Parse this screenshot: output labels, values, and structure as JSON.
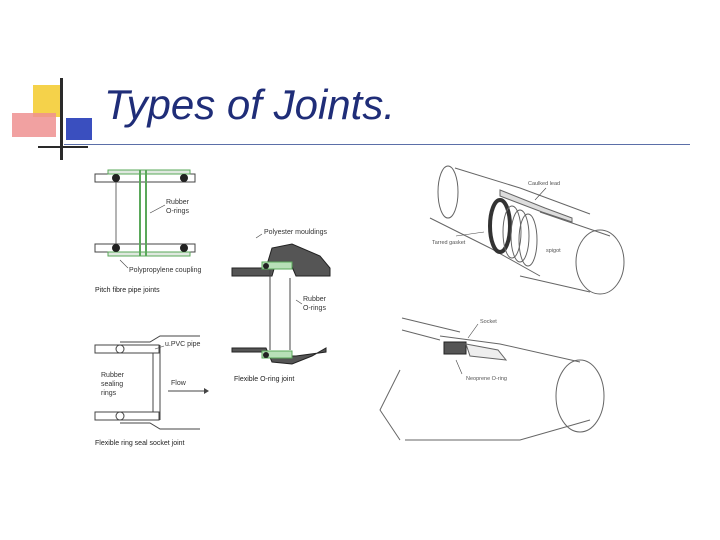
{
  "slide": {
    "title": "Types of Joints."
  },
  "colors": {
    "title": "#1f2d78",
    "accent_yellow": "#f5d24a",
    "accent_red": "#ef8a8a",
    "accent_blue": "#3a4fbf",
    "rule": "#5b6fa8",
    "ring_green": "#5aa85a"
  },
  "diagrams": {
    "pitch_fibre": {
      "callout_top": "Rubber",
      "callout_bottom": "O-rings",
      "coupling_label": "Polypropylene coupling",
      "caption": "Pitch fibre pipe joints"
    },
    "upvc": {
      "pipe_label": "u.PVC pipe",
      "seal_line1": "Rubber",
      "seal_line2": "sealing",
      "seal_line3": "rings",
      "flow_label": "Flow",
      "caption": "Flexible ring seal socket joint"
    },
    "oring": {
      "mouldings_label": "Polyester mouldings",
      "ring_top": "Rubber",
      "ring_bottom": "O-rings",
      "caption": "Flexible O-ring joint"
    },
    "clay_top": {
      "label_caulked": "Caulked lead",
      "label_tarred": "Tarred gasket",
      "label_spigot": "spigot"
    },
    "clay_bottom": {
      "label_socket": "Socket",
      "label_neoprene": "Neoprene O-ring"
    }
  }
}
